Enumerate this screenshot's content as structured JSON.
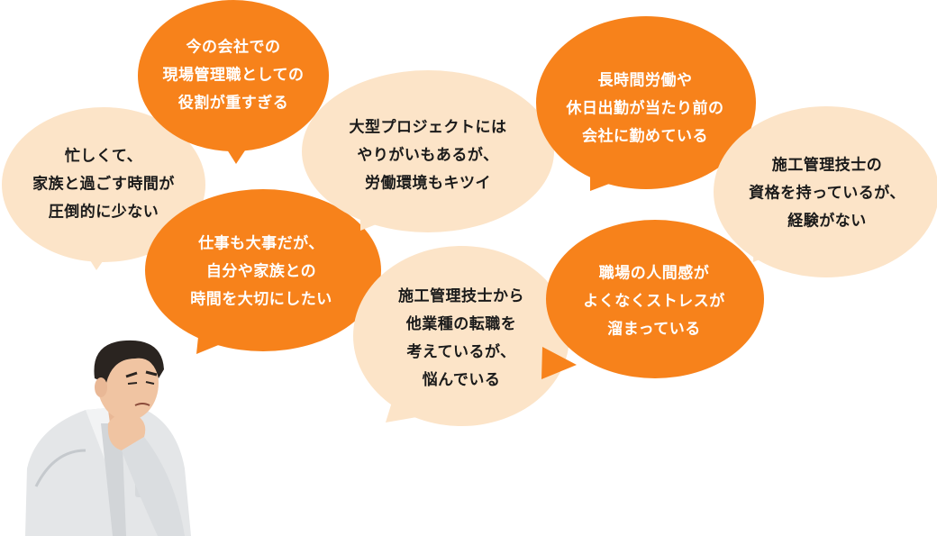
{
  "colors": {
    "orange": "#F7821B",
    "peach": "#FCE4C8",
    "white": "#FFFFFF",
    "dark": "#1A1A1A"
  },
  "bubbles": [
    {
      "id": "busy-family",
      "style": "peach",
      "lines": [
        "忙しくて、",
        "家族と過ごす時間が",
        "圧倒的に少ない"
      ]
    },
    {
      "id": "role-heavy",
      "style": "orange",
      "lines": [
        "今の会社での",
        "現場管理職としての",
        "役割が重すぎる"
      ]
    },
    {
      "id": "work-life",
      "style": "orange",
      "lines": [
        "仕事も大事だが、",
        "自分や家族との",
        "時間を大切にしたい"
      ]
    },
    {
      "id": "big-project",
      "style": "peach",
      "lines": [
        "大型プロジェクトには",
        "やりがいもあるが、",
        "労働環境もキツイ"
      ]
    },
    {
      "id": "career-change",
      "style": "peach",
      "lines": [
        "施工管理技士から",
        "他業種の転職を",
        "考えているが、",
        "悩んでいる"
      ]
    },
    {
      "id": "long-hours",
      "style": "orange",
      "lines": [
        "長時間労働や",
        "休日出勤が当たり前の",
        "会社に勤めている"
      ]
    },
    {
      "id": "no-experience",
      "style": "peach",
      "lines": [
        "施工管理技士の",
        "資格を持っているが、",
        "経験がない"
      ]
    },
    {
      "id": "relationships",
      "style": "orange",
      "lines": [
        "職場の人間感が",
        "よくなくストレスが",
        "溜まっている"
      ]
    }
  ]
}
